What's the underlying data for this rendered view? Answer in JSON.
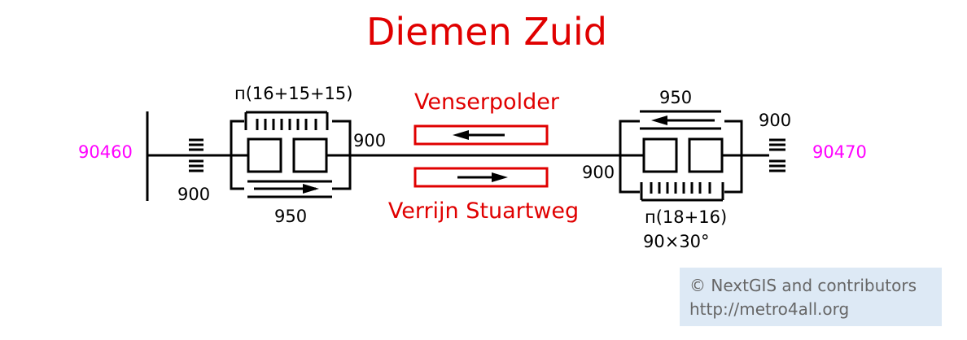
{
  "title": "Diemen Zuid",
  "labels": {
    "left_stair_code": "90460",
    "right_stair_code": "90470",
    "left_top_doors": "п(16+15+15)",
    "left_door_width": "900",
    "left_passage_width": "900",
    "left_ramp_width": "950",
    "right_ramp_width": "950",
    "right_stair_width": "900",
    "right_passage_width": "900",
    "right_bottom_doors": "п(18+16)",
    "right_angle": "90×30°"
  },
  "directions": {
    "top": "Venserpolder",
    "bottom": "Verrijn Stuartweg"
  },
  "credit": {
    "line1": "© NextGIS and contributors",
    "line2": "http://metro4all.org"
  },
  "colors": {
    "title": "#e00000",
    "direction": "#e00000",
    "stair_code": "#ff00ff",
    "credit_bg": "#dde9f5",
    "credit_text": "#666666"
  }
}
